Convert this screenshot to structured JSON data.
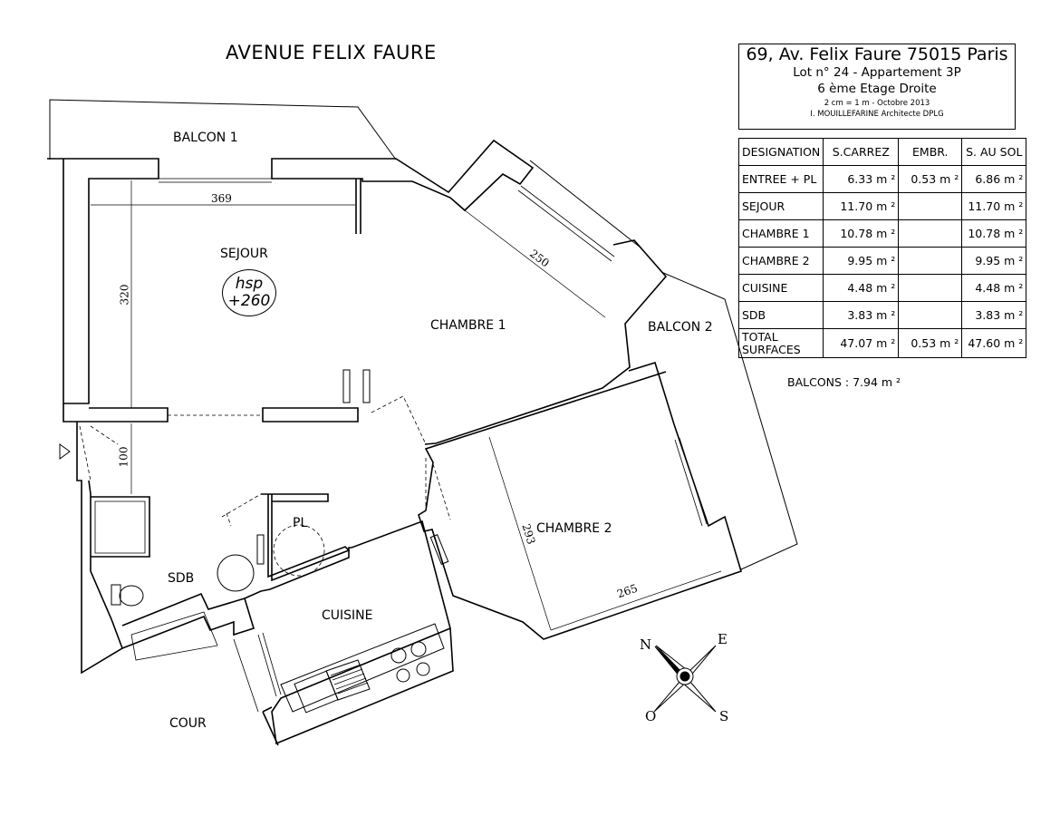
{
  "street_name": "AVENUE FELIX FAURE",
  "title_block": {
    "address": "69, Av. Felix Faure  75015 Paris",
    "lot": "Lot n° 24 - Appartement 3P",
    "floor": "6 ème Etage Droite",
    "scale_date": "2 cm = 1 m - Octobre 2013",
    "architect": "I. MOUILLEFARINE Architecte DPLG"
  },
  "surface_table": {
    "headers": [
      "DESIGNATION",
      "S.CARREZ",
      "EMBR.",
      "S. AU SOL"
    ],
    "rows": [
      {
        "designation": "ENTREE + PL",
        "carrez": "6.33 m ²",
        "embr": "0.53 m ²",
        "sol": "6.86 m ²"
      },
      {
        "designation": "SEJOUR",
        "carrez": "11.70 m ²",
        "embr": "",
        "sol": "11.70 m ²"
      },
      {
        "designation": "CHAMBRE 1",
        "carrez": "10.78 m ²",
        "embr": "",
        "sol": "10.78 m ²"
      },
      {
        "designation": "CHAMBRE 2",
        "carrez": "9.95 m ²",
        "embr": "",
        "sol": "9.95 m ²"
      },
      {
        "designation": "CUISINE",
        "carrez": "4.48 m ²",
        "embr": "",
        "sol": "4.48 m ²"
      },
      {
        "designation": "SDB",
        "carrez": "3.83 m ²",
        "embr": "",
        "sol": "3.83 m ²"
      }
    ],
    "total": {
      "designation_line1": "TOTAL",
      "designation_line2": "SURFACES",
      "carrez": "47.07 m ²",
      "embr": "0.53 m ²",
      "sol": "47.60 m ²"
    }
  },
  "balcons_total": "BALCONS :  7.94 m ²",
  "rooms": {
    "balcon1": "BALCON 1",
    "balcon2": "BALCON 2",
    "sejour": "SEJOUR",
    "chambre1": "CHAMBRE 1",
    "chambre2": "CHAMBRE 2",
    "cuisine": "CUISINE",
    "sdb": "SDB",
    "pl": "PL",
    "cour": "COUR"
  },
  "ceiling_height": {
    "line1": "hsp",
    "line2": "+260"
  },
  "dimensions": {
    "sejour_width": "369",
    "sejour_depth": "320",
    "chambre1_width": "250",
    "entree_width": "100",
    "chambre2_depth": "293",
    "chambre2_width": "265"
  },
  "compass": {
    "north": "N",
    "east": "E",
    "west": "O",
    "south": "S"
  }
}
